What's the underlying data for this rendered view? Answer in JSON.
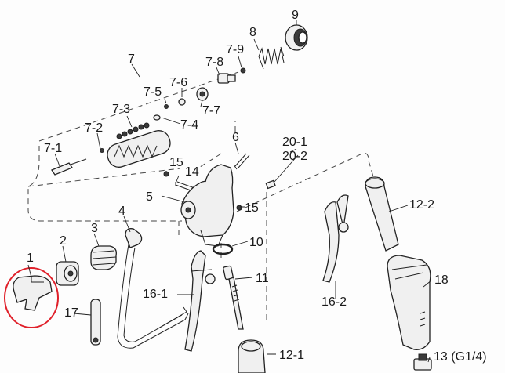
{
  "labels": {
    "p1": "1",
    "p2": "2",
    "p3": "3",
    "p4": "4",
    "p5": "5",
    "p6": "6",
    "p7": "7",
    "p7_1": "7-1",
    "p7_2": "7-2",
    "p7_3": "7-3",
    "p7_4": "7-4",
    "p7_5": "7-5",
    "p7_6": "7-6",
    "p7_7": "7-7",
    "p7_8": "7-8",
    "p7_9": "7-9",
    "p8": "8",
    "p9": "9",
    "p10": "10",
    "p11": "11",
    "p12_1": "12-1",
    "p12_2": "12-2",
    "p13": "13 (G1/4)",
    "p14": "14",
    "p15a": "15",
    "p15b": "15",
    "p16_1": "16-1",
    "p16_2": "16-2",
    "p17": "17",
    "p18": "18",
    "p20_1": "20-1",
    "p20_2": "20-2"
  },
  "colors": {
    "highlight": "#e0202a",
    "ink": "#222222",
    "paper": "#fdfdfd"
  }
}
